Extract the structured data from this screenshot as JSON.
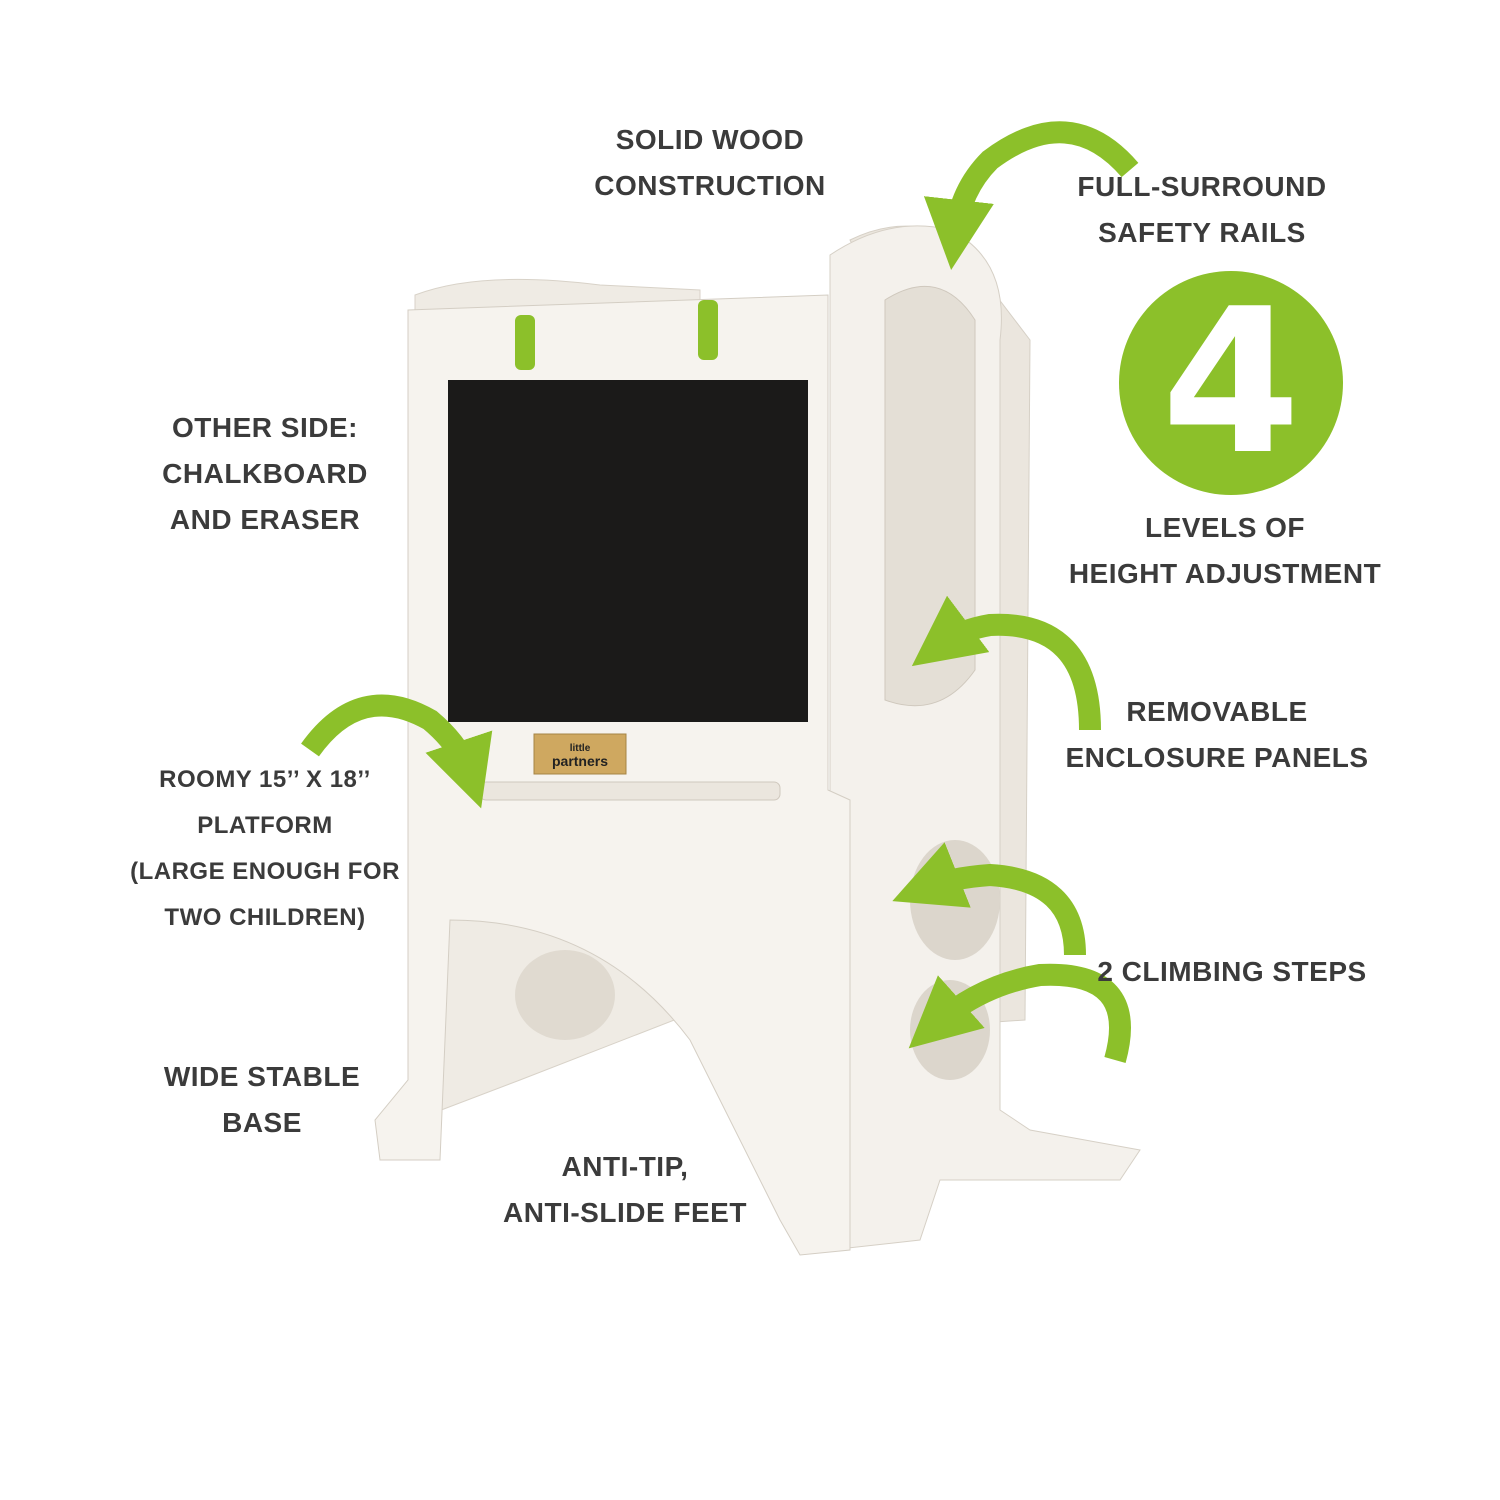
{
  "colors": {
    "accent": "#8cc02a",
    "text": "#3b3b3b",
    "wood": "#f3efe8",
    "chalkboard": "#1b1a19"
  },
  "callouts": {
    "solid_wood": [
      "SOLID WOOD",
      "CONSTRUCTION"
    ],
    "safety_rails": [
      "FULL-SURROUND",
      "SAFETY RAILS"
    ],
    "levels": [
      "LEVELS OF",
      "HEIGHT ADJUSTMENT"
    ],
    "other_side": [
      "OTHER SIDE:",
      "CHALKBOARD",
      "AND ERASER"
    ],
    "panels": [
      "REMOVABLE",
      "ENCLOSURE PANELS"
    ],
    "platform": [
      "ROOMY 15’’ X 18’’",
      "PLATFORM",
      "(LARGE ENOUGH FOR",
      "TWO CHILDREN)"
    ],
    "steps": [
      "2 CLIMBING STEPS"
    ],
    "base": [
      "WIDE STABLE",
      "BASE"
    ],
    "feet": [
      "ANTI-TIP,",
      "ANTI-SLIDE FEET"
    ]
  },
  "badge": {
    "number": "4"
  },
  "eraser": {
    "brand_line1": "little",
    "brand_line2": "partners"
  }
}
